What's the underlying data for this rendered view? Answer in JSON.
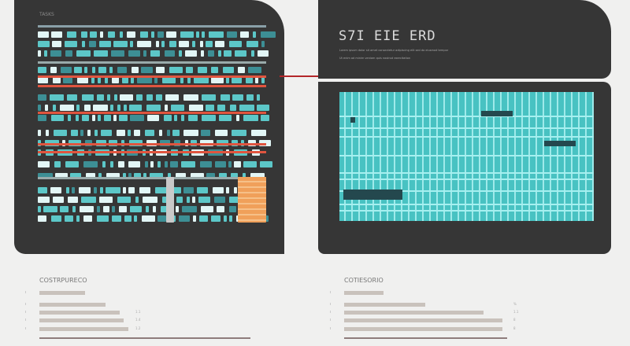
{
  "left_panel": {
    "small_title": "TASKS",
    "accent_colors": {
      "cell": "#5cc7c8",
      "cell_light": "#e2f6f6",
      "line_red": "#e0553f",
      "highlight_orange": "#f0a05a"
    }
  },
  "right_panel": {
    "title": "S7I EIE ERD",
    "subtitle_lines": [
      "Lorem ipsum dolor sit amet consectetur adipiscing elit sed do eiusmod tempor",
      "Ut enim ad minim veniam quis nostrud exercitation"
    ],
    "grid_color": "#48c2c2"
  },
  "bottom_left": {
    "label": "COSTRPURECO",
    "bars": [
      0.22,
      0.32,
      0.39,
      0.41,
      0.43
    ],
    "tick_labels": [
      "",
      "",
      "1.1",
      "1.4",
      "1.2"
    ]
  },
  "bottom_right": {
    "label": "COTIESORIO",
    "bars": [
      0.25,
      0.51,
      0.88,
      1.0,
      1.0
    ],
    "tick_labels": [
      "",
      "%",
      "1.1",
      "8",
      "8"
    ]
  }
}
